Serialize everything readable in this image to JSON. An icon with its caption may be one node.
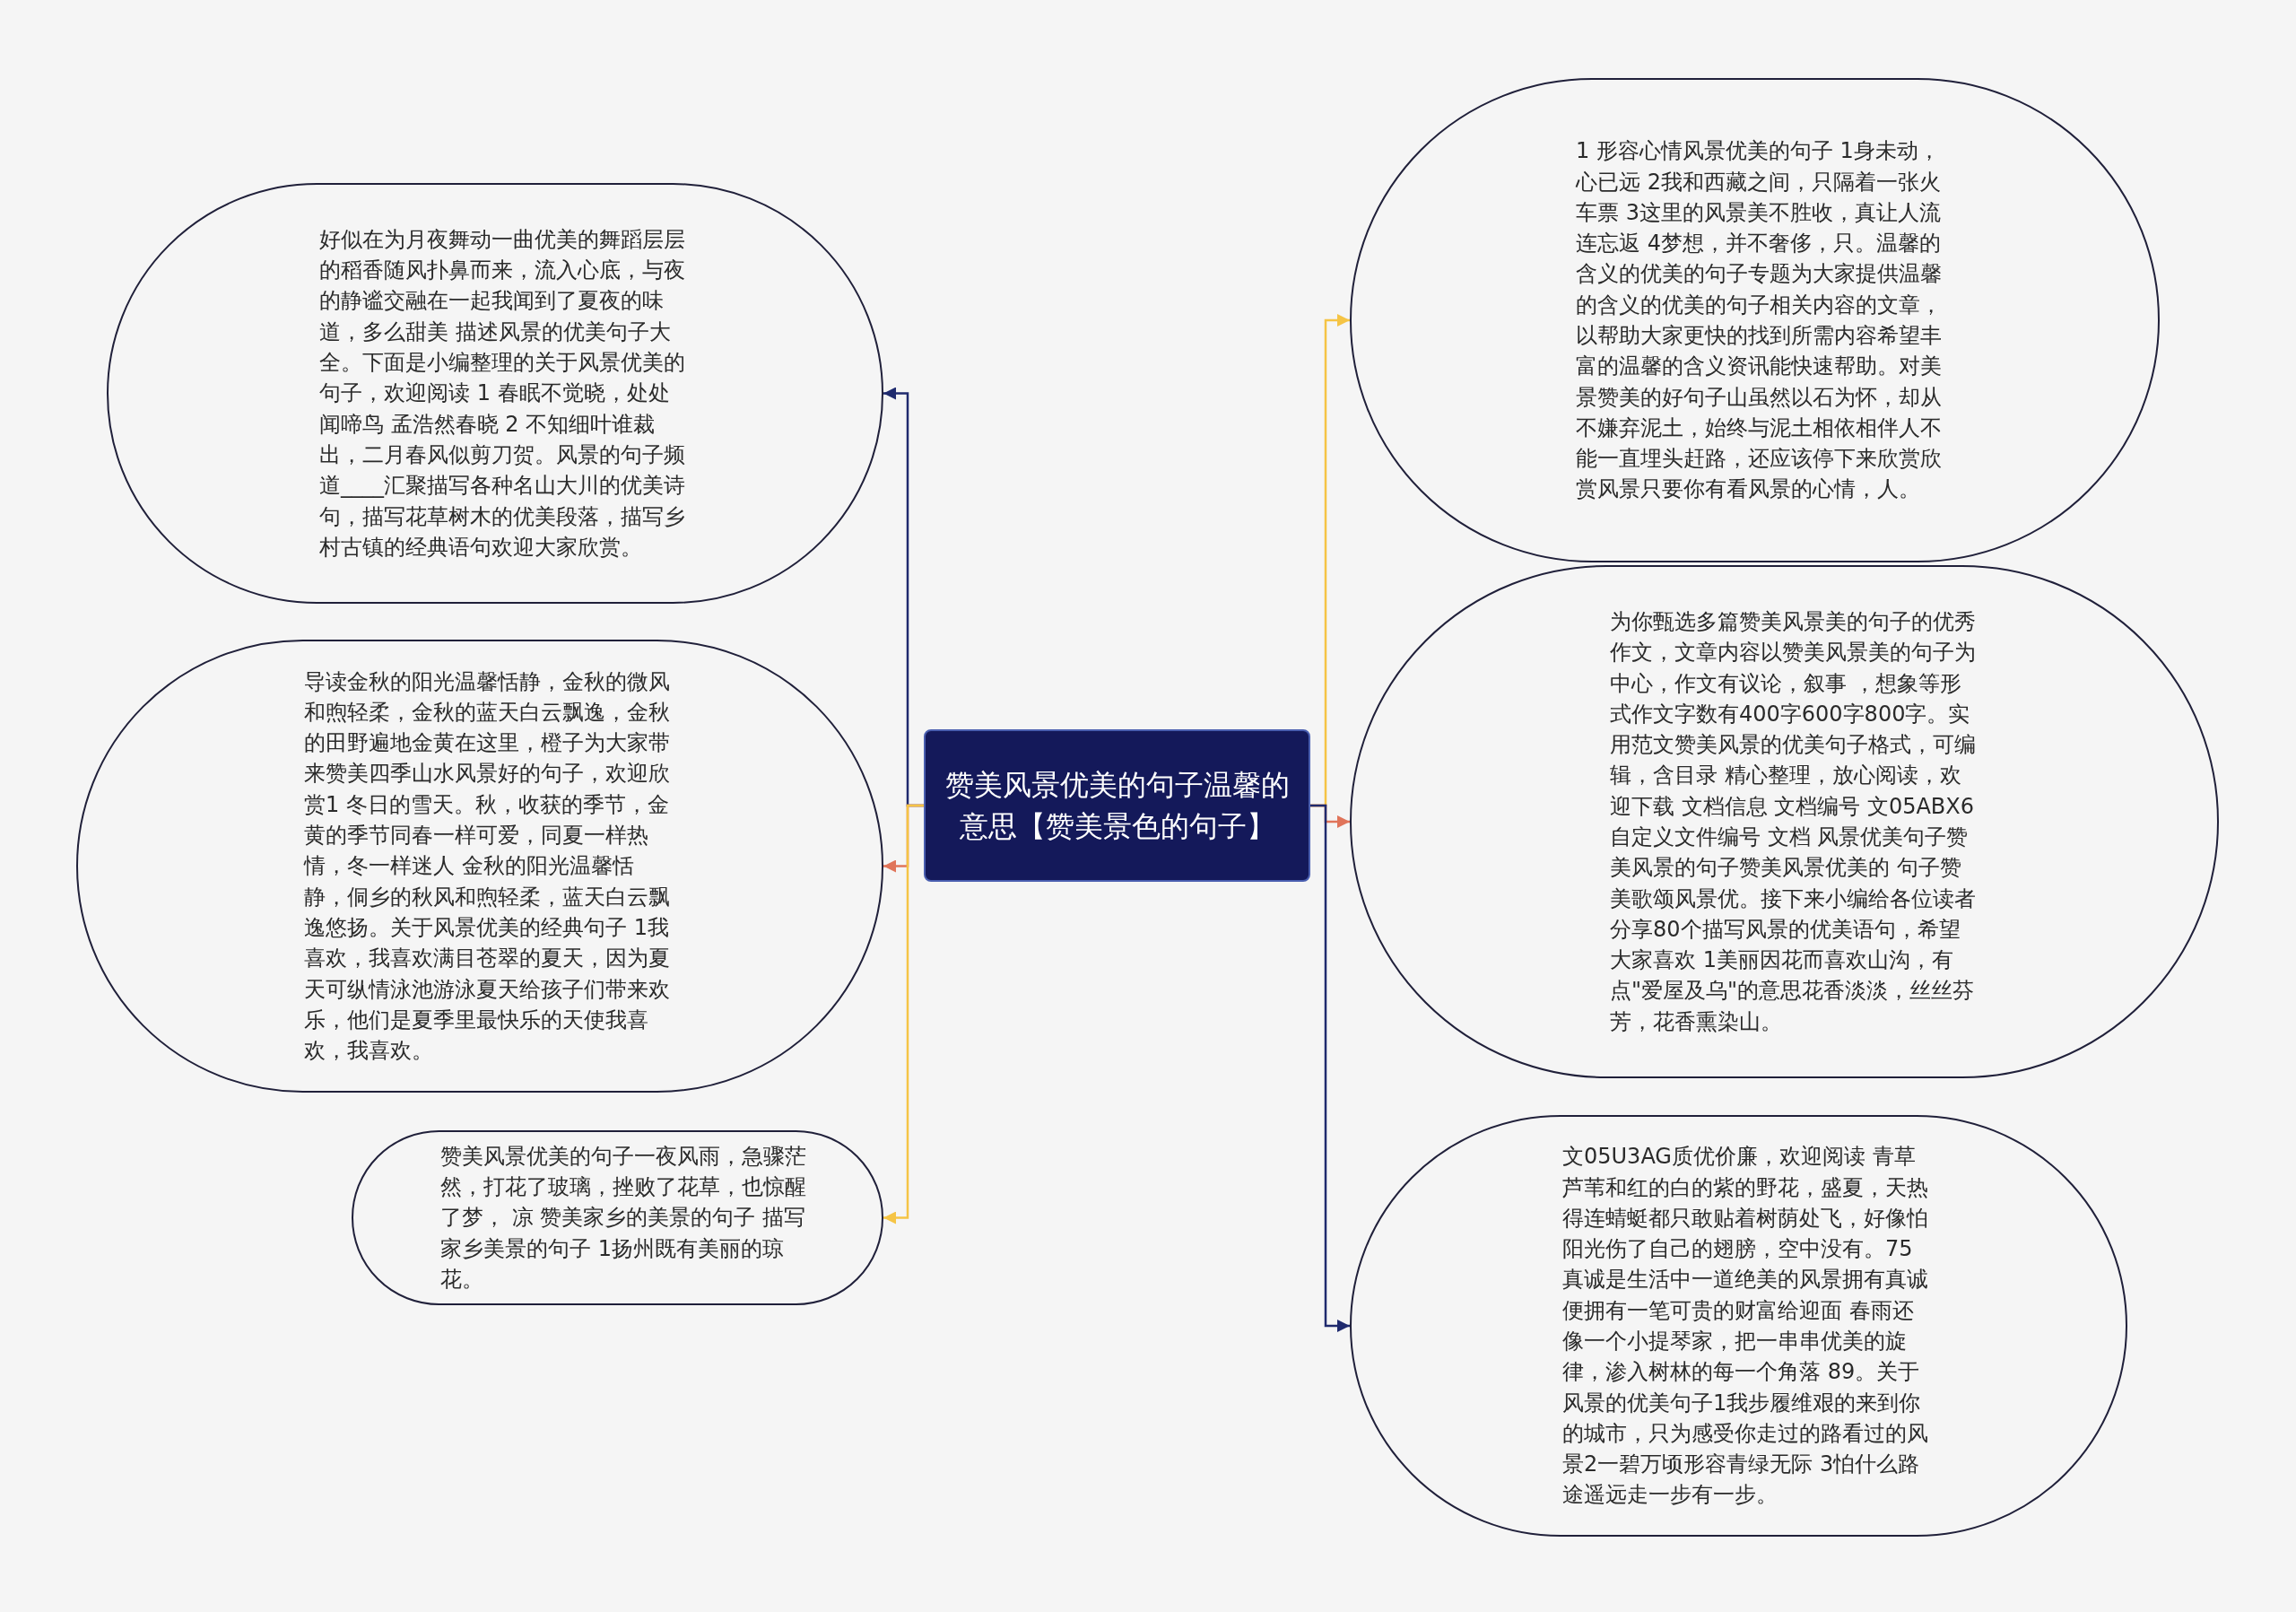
{
  "diagram": {
    "nodes": [
      {
        "text": [
          "赞美风景优美的句子温馨的意思【赞美景色的句子】"
        ]
      },
      {
        "text": [
          "好似在为月夜舞动一曲优美的舞蹈层层的稻香随风扑鼻而来，流入心底，与夜的静谧交融在一起我闻到了夏夜的味道，多么甜美 描述风景的优美句子大全。下面是小编整理的关于风景优美的句子，欢迎阅读 1 春眠不觉晓，处处闻啼鸟 孟浩然春晓 2 不知细叶谁裁出，二月春风似剪刀贺。风景的句子频道____汇聚描写各种名山大川的优美诗句，描写花草树木的优美段落，描写乡村古镇的经典语句欢迎大家欣赏。"
        ]
      },
      {
        "text": [
          "导读金秋的阳光温馨恬静，金秋的微风和煦轻柔，金秋的蓝天白云飘逸，金秋的田野遍地金黄在这里，橙子为大家带来赞美四季山水风景好的句子，欢迎欣赏1 冬日的雪天。秋，收获的季节，金黄的季节同春一样可爱，同夏一样热情，冬一样迷人 金秋的阳光温馨恬静，侗乡的秋风和煦轻柔，蓝天白云飘逸悠扬。关于风景优美的经典句子 1我喜欢，我喜欢满目苍翠的夏天，因为夏天可纵情泳池游泳夏天给孩子们带来欢乐，他们是夏季里最快乐的天使我喜欢，我喜欢。"
        ]
      },
      {
        "text": [
          "赞美风景优美的句子一夜风雨，急骤茫然，打花了玻璃，挫败了花草，也惊醒了梦， 凉 赞美家乡的美景的句子 描写家乡美景的句子 1扬州既有美丽的琼花。"
        ]
      },
      {
        "text": [
          "1 形容心情风景优美的句子 1身未动，心已远 2我和西藏之间，只隔着一张火车票 3这里的风景美不胜收，真让人流连忘返 4梦想，并不奢侈，只。温馨的含义的优美的句子专题为大家提供温馨的含义的优美的句子相关内容的文章，以帮助大家更快的找到所需内容希望丰富的温馨的含义资讯能快速帮助。对美景赞美的好句子山虽然以石为怀，却从不嫌弃泥土，始终与泥土相依相伴人不能一直埋头赶路，还应该停下来欣赏欣赏风景只要你有看风景的心情，人。"
        ]
      },
      {
        "text": [
          "为你甄选多篇赞美风景美的句子的优秀作文，文章内容以赞美风景美的句子为中心，作文有议论，叙事 ，想象等形式作文字数有400字600字800字。实用范文赞美风景的优美句子格式，可编辑，含目录 精心整理，放心阅读，欢迎下载 文档信息 文档编号 文05ABX6自定义文件编号 文档 风景优美句子赞美风景的句子赞美风景优美的 句子赞美歌颂风景优。接下来小编给各位读者分享80个描写风景的优美语句，希望大家喜欢 1美丽因花而喜欢山沟，有点\"爱屋及乌\"的意思花香淡淡，丝丝芬芳，花香熏染山。"
        ]
      },
      {
        "text": [
          "文05U3AG质优价廉，欢迎阅读 青草芦苇和红的白的紫的野花，盛夏，天热得连蜻蜓都只敢贴着树荫处飞，好像怕阳光伤了自己的翅膀，空中没有。75真诚是生活中一道绝美的风景拥有真诚便拥有一笔可贵的财富给迎面 春雨还像一个小提琴家，把一串串优美的旋律，渗入树林的每一个角落 89。关于风景的优美句子1我步履维艰的来到你的城市，只为感受你走过的路看过的风景2一碧万顷形容青绿无际 3怕什么路途遥远走一步有一步。"
        ]
      }
    ],
    "edges": [
      {
        "from": 0,
        "to": 1,
        "arrow": "to",
        "color": "#1f2a6e"
      },
      {
        "from": 0,
        "to": 2,
        "arrow": "to",
        "color": "#e0745a"
      },
      {
        "from": 0,
        "to": 3,
        "arrow": "to",
        "color": "#f5c445"
      },
      {
        "from": 0,
        "to": 4,
        "arrow": "to",
        "color": "#f5c445"
      },
      {
        "from": 0,
        "to": 5,
        "arrow": "to",
        "color": "#e0745a"
      },
      {
        "from": 0,
        "to": 6,
        "arrow": "to",
        "color": "#1f2a6e"
      }
    ]
  }
}
